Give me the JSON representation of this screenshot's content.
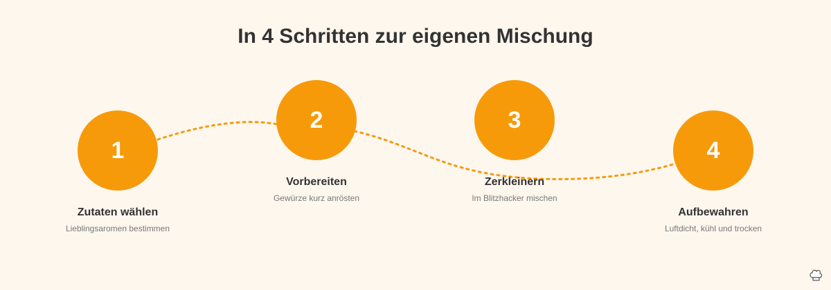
{
  "title": "In 4 Schritten zur eigenen Mischung",
  "accent_color": "#f79a0a",
  "steps": [
    {
      "number": "1",
      "label": "Zutaten wählen",
      "description": "Lieblingsaromen bestimmen"
    },
    {
      "number": "2",
      "label": "Vorbereiten",
      "description": "Gewürze kurz anrösten"
    },
    {
      "number": "3",
      "label": "Zerkleinern",
      "description": "Im Blitzhacker mischen"
    },
    {
      "number": "4",
      "label": "Aufbewahren",
      "description": "Luftdicht, kühl und trocken"
    }
  ],
  "logo_icon": "chef-hat-icon"
}
